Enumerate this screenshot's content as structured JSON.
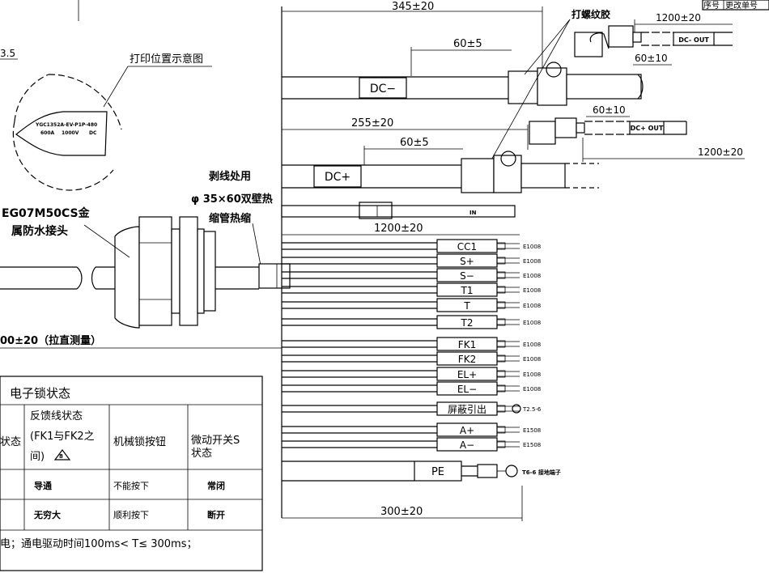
{
  "header": {
    "cells": [
      "序号",
      "更改单号"
    ]
  },
  "top_left": {
    "dim_fragment": "3.5",
    "print_label": "打印位置示意图",
    "stamp_line1": "YGC1352A-EV-P1P-480",
    "stamp_line2a": "600A",
    "stamp_line2b": "1000V",
    "stamp_line2c": "DC"
  },
  "connector": {
    "label_line1": "EG07M50CS金",
    "label_line2": "属防水接头",
    "heat_line1": "剥线处用",
    "heat_line2": "φ 35×60双壁热",
    "heat_line3": "缩管热缩",
    "bottom_dim": "00±20（拉直测量）"
  },
  "dims": {
    "total": "345±20",
    "dc_minus_strip": "60±5",
    "dc_plus_len": "255±20",
    "dc_plus_strip": "60±5",
    "out_minus_len": "1200±20",
    "out_minus_strip": "60±10",
    "out_plus_strip": "60±10",
    "out_plus_len": "1200±20",
    "signal_len": "1200±20",
    "pe_len": "300±20",
    "twist_note": "打螺纹胶"
  },
  "cables": {
    "dc_minus": "DC−",
    "dc_plus": "DC+",
    "dc_minus_out": "DC- OUT",
    "dc_plus_out": "DC+ OUT",
    "in_tag": "IN"
  },
  "wires": [
    {
      "label": "CC1",
      "term": "E1008"
    },
    {
      "label": "S+",
      "term": "E1008"
    },
    {
      "label": "S−",
      "term": "E1008"
    },
    {
      "label": "T1",
      "term": "E1008"
    },
    {
      "label": "T",
      "term": "E1008"
    },
    {
      "label": "T2",
      "term": "E1008"
    },
    {
      "label": "FK1",
      "term": "E1008"
    },
    {
      "label": "FK2",
      "term": "E1008"
    },
    {
      "label": "EL+",
      "term": "E1008"
    },
    {
      "label": "EL−",
      "term": "E1008"
    },
    {
      "label": "屏蔽引出",
      "term": "T2.5-6"
    },
    {
      "label": "A+",
      "term": "E1508"
    },
    {
      "label": "A−",
      "term": "E1508"
    }
  ],
  "pe": {
    "label": "PE",
    "term": "T6-6 接地端子"
  },
  "table": {
    "title": "电子锁状态",
    "headers": [
      "状态",
      "反馈线状态",
      "(FK1与FK2之",
      "间)",
      "机械锁按钮",
      "微动开关S",
      "状态"
    ],
    "rows": [
      [
        "导通",
        "不能按下",
        "常闭"
      ],
      [
        "无穷大",
        "顺利按下",
        "断开"
      ]
    ],
    "note": "电；通电驱动时间100ms< T≤ 300ms；",
    "warn": "8"
  }
}
